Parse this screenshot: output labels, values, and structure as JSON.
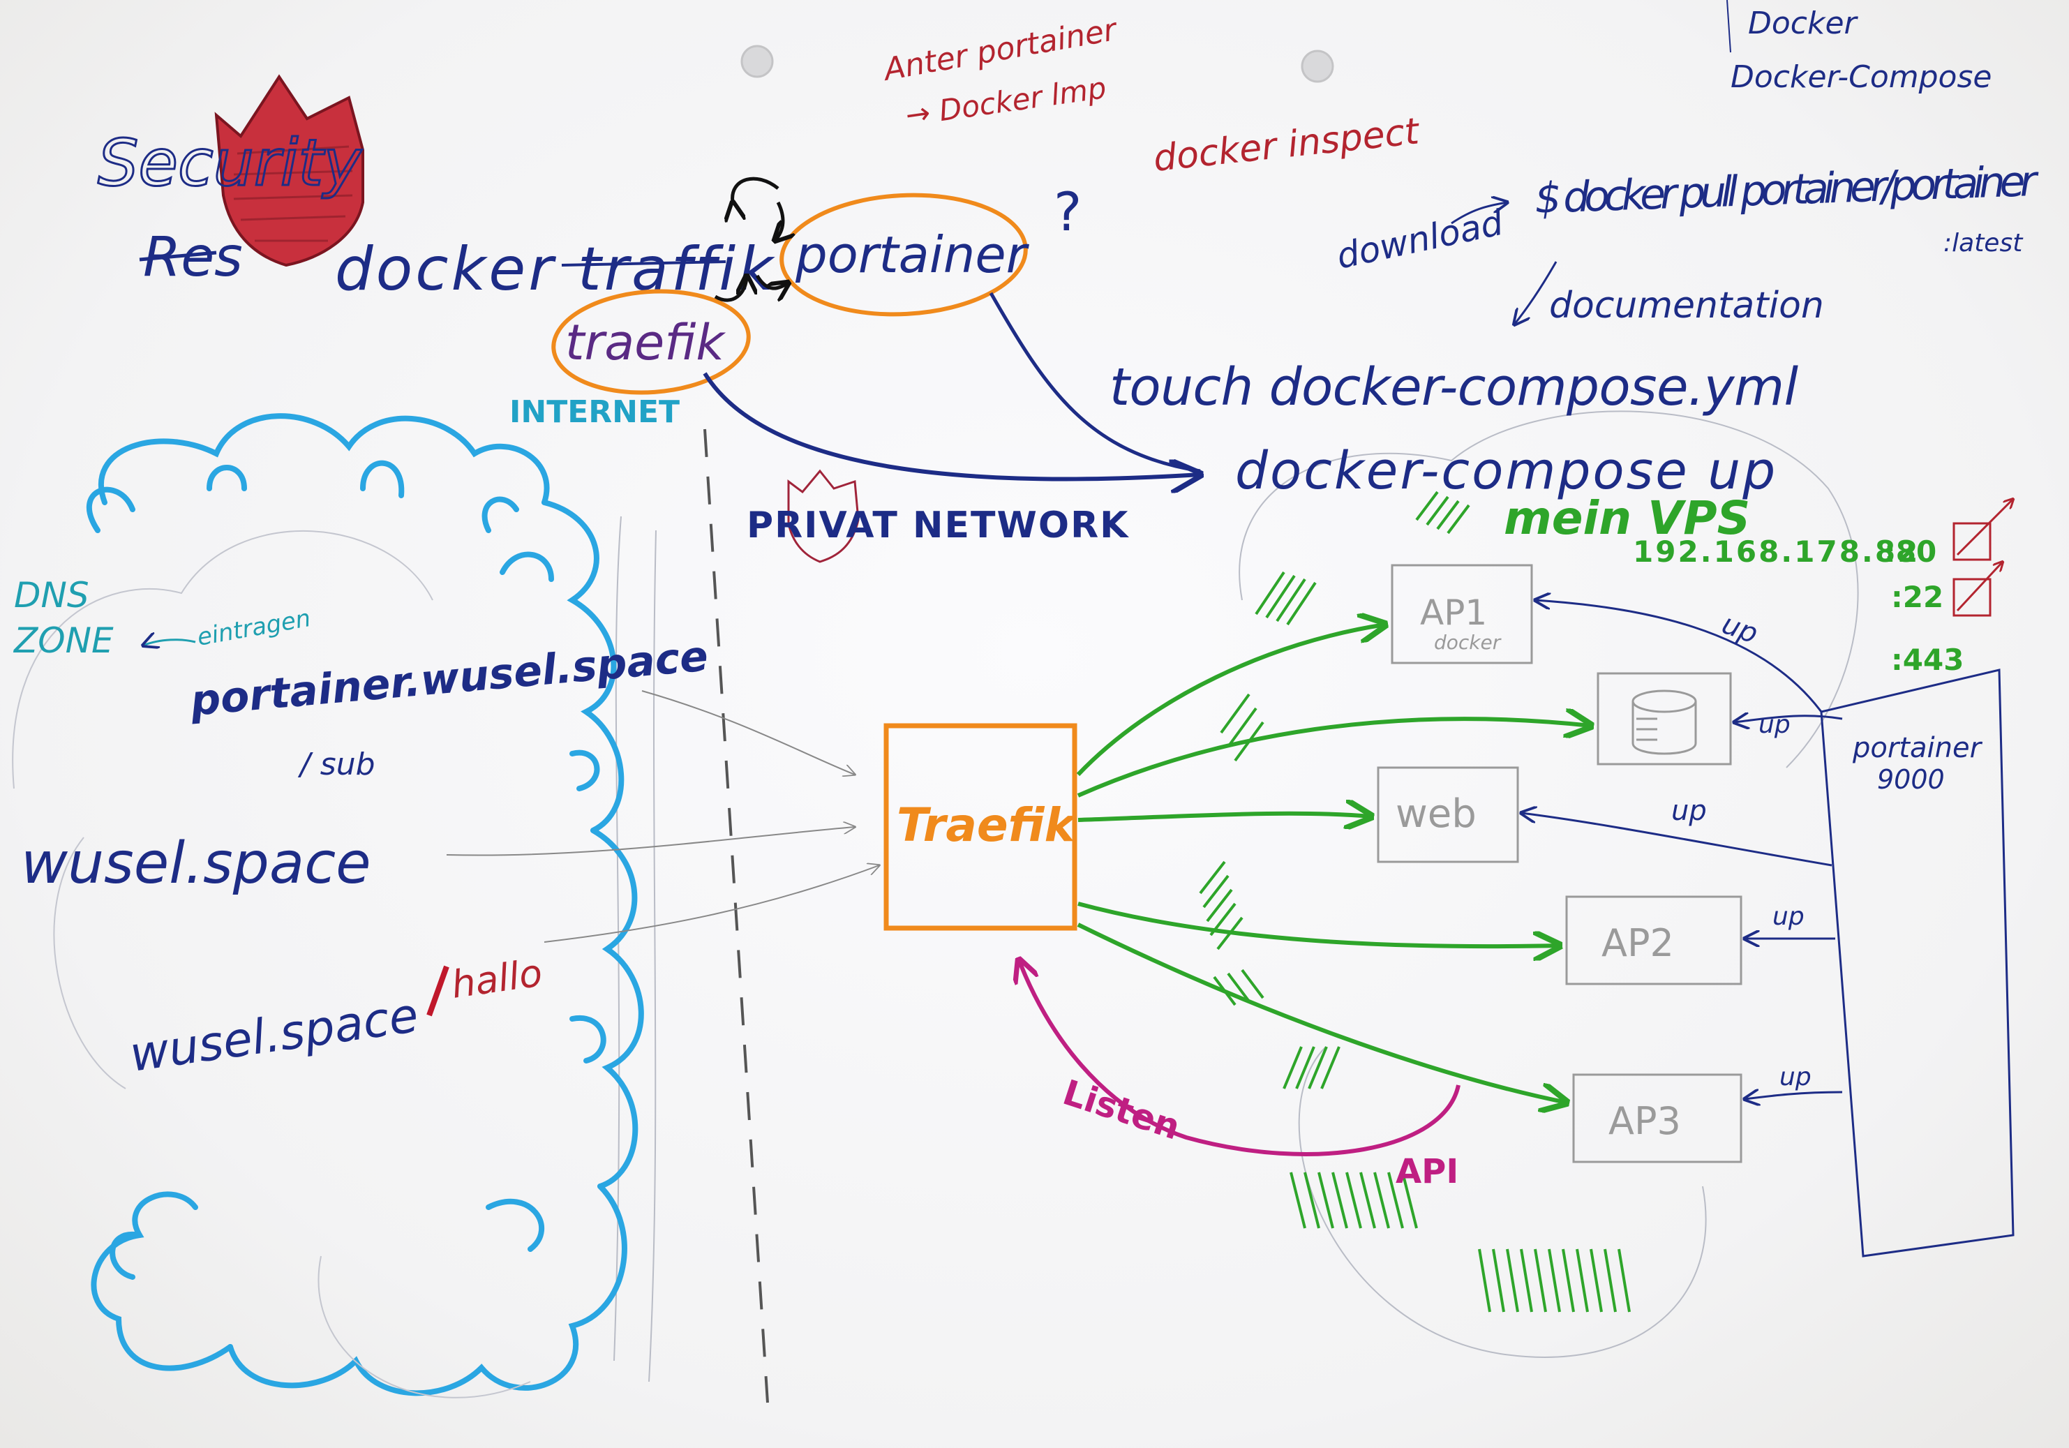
{
  "header": {
    "security": "Security",
    "res": "Res",
    "docker_traffik": "docker traffik",
    "portainer": "portainer",
    "question": "?",
    "traefik_top": "traefik",
    "anter_portainer": "Anter portainer",
    "docker_lmp": "→ Docker lmp",
    "docker_inspect": "docker inspect",
    "corner_docker": "Docker",
    "corner_docker_compose": "Docker-Compose"
  },
  "commands": {
    "download": "download",
    "pull": "$ docker pull portainer/portainer",
    "latest": ":latest",
    "documentation": "documentation",
    "touch": "touch docker-compose.yml",
    "up": "docker-compose up"
  },
  "network": {
    "internet": "INTERNET",
    "privat_network": "PRIVAT NETWORK"
  },
  "cloud": {
    "dns_zone_1": "DNS",
    "dns_zone_2": "ZONE",
    "eintragen": "eintragen",
    "portainer_domain": "portainer.wusel.space",
    "sub": "/ sub",
    "wusel_space": "wusel.space",
    "wusel_path": "wusel.space",
    "hallo": "hallo"
  },
  "vps": {
    "title": "mein VPS",
    "ip": "192.168.178.82",
    "port_80": ":80",
    "port_22": ":22",
    "port_443": ":443"
  },
  "traefik_box": {
    "label": "Traefik"
  },
  "apps": {
    "ap1": "AP1",
    "ap1_sub": "docker",
    "web": "web",
    "ap2": "AP2",
    "ap3": "AP3"
  },
  "portainer_panel": {
    "label": "portainer",
    "port": "9000"
  },
  "up_labels": {
    "u1": "up",
    "u2": "up",
    "u3": "up",
    "u4": "up",
    "u5": "up"
  },
  "bottom": {
    "listen": "Listen",
    "api": "API"
  },
  "colors": {
    "blue_ink": "#1d2c86",
    "cyan_cloud": "#2aa6e2",
    "teal": "#1f9fb0",
    "orange": "#f08a1c",
    "green": "#2ea52a",
    "red_ink": "#b3242f",
    "magenta": "#bf1f82",
    "purple": "#5a2a84",
    "grey_box": "#9a9a9a"
  }
}
